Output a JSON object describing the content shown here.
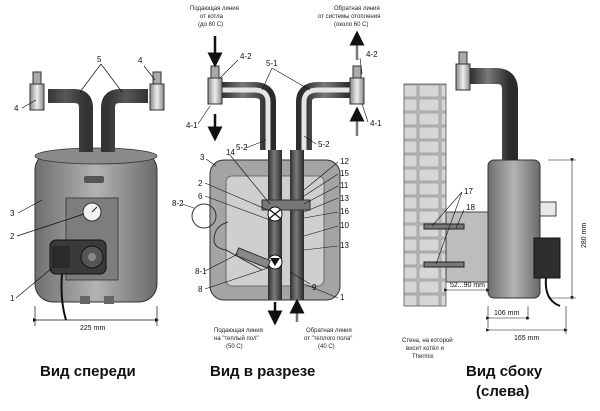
{
  "captions": {
    "front": "Вид спереди",
    "section": "Вид в разрезе",
    "side_line1": "Вид сбоку",
    "side_line2": "(слева)"
  },
  "annotations": {
    "supply_from_boiler": [
      "Подающая линия",
      "от котла",
      "(до 80 С)"
    ],
    "return_from_heating": [
      "Обратная линия",
      "от системы отопления",
      "(около 60 С)"
    ],
    "supply_floor": [
      "Подающая линия",
      "на \"теплый пол\"",
      "(50 С)"
    ],
    "return_floor": [
      "Обратная линия",
      "от \"теплого пола\"",
      "(40 С)"
    ],
    "wall_note": [
      "Стена, на которой",
      "висит котёл и",
      "Thermix"
    ]
  },
  "dimensions": {
    "front_width": "225 mm",
    "height": "280 mm",
    "wall_offset": "52...90 mm",
    "side_depth_1": "106 mm",
    "side_depth_2": "165 mm"
  },
  "front_labels": [
    "5",
    "4",
    "4",
    "3",
    "2",
    "1"
  ],
  "section_labels": [
    "4-2",
    "4-2",
    "4-1",
    "4-1",
    "5-1",
    "5-2",
    "5-2",
    "3",
    "14",
    "2",
    "6",
    "8-2",
    "8-1",
    "8",
    "12",
    "15",
    "11",
    "16",
    "10",
    "13",
    "13",
    "9",
    "1"
  ],
  "side_labels": [
    "17",
    "18"
  ],
  "colors": {
    "pipe": "#4a4a4a",
    "housing": "#9a9a9a",
    "housing_dark": "#6e6e6e",
    "outline": "#222222"
  }
}
